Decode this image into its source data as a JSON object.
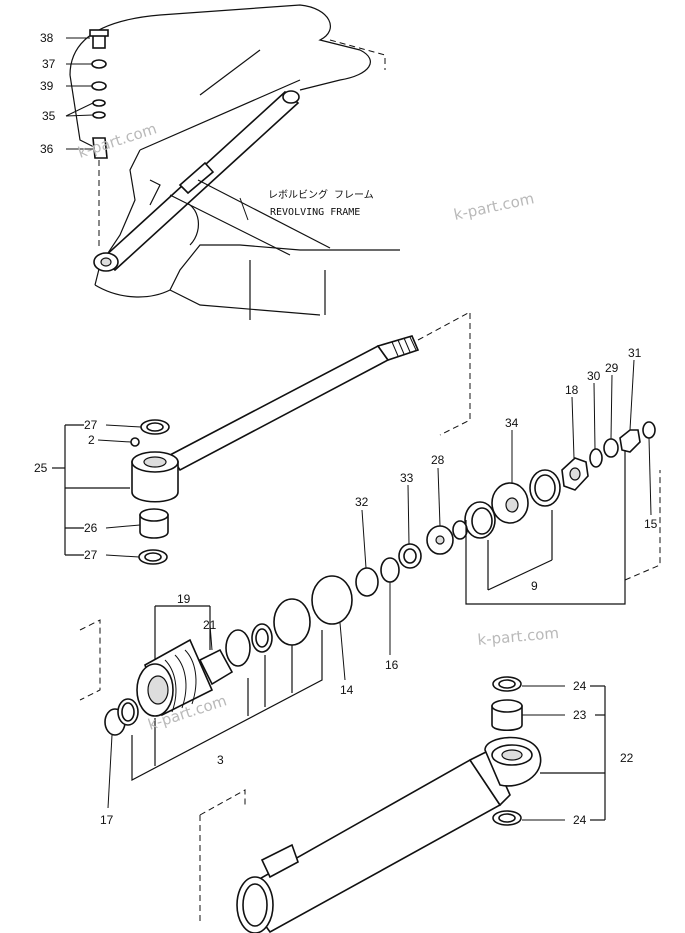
{
  "caption": {
    "japanese": "レボルビング フレーム",
    "english": "REVOLVING FRAME"
  },
  "watermark": "k-part.com",
  "part_numbers": {
    "p38": "38",
    "p37": "37",
    "p39": "39",
    "p35": "35",
    "p36": "36",
    "p27a": "27",
    "p2": "2",
    "p25": "25",
    "p26": "26",
    "p27b": "27",
    "p32": "32",
    "p33": "33",
    "p28": "28",
    "p34": "34",
    "p18": "18",
    "p30": "30",
    "p29": "29",
    "p31": "31",
    "p15": "15",
    "p9": "9",
    "p19": "19",
    "p21": "21",
    "p14": "14",
    "p16": "16",
    "p3": "3",
    "p17": "17",
    "p24a": "24",
    "p23": "23",
    "p22": "22",
    "p24b": "24"
  }
}
